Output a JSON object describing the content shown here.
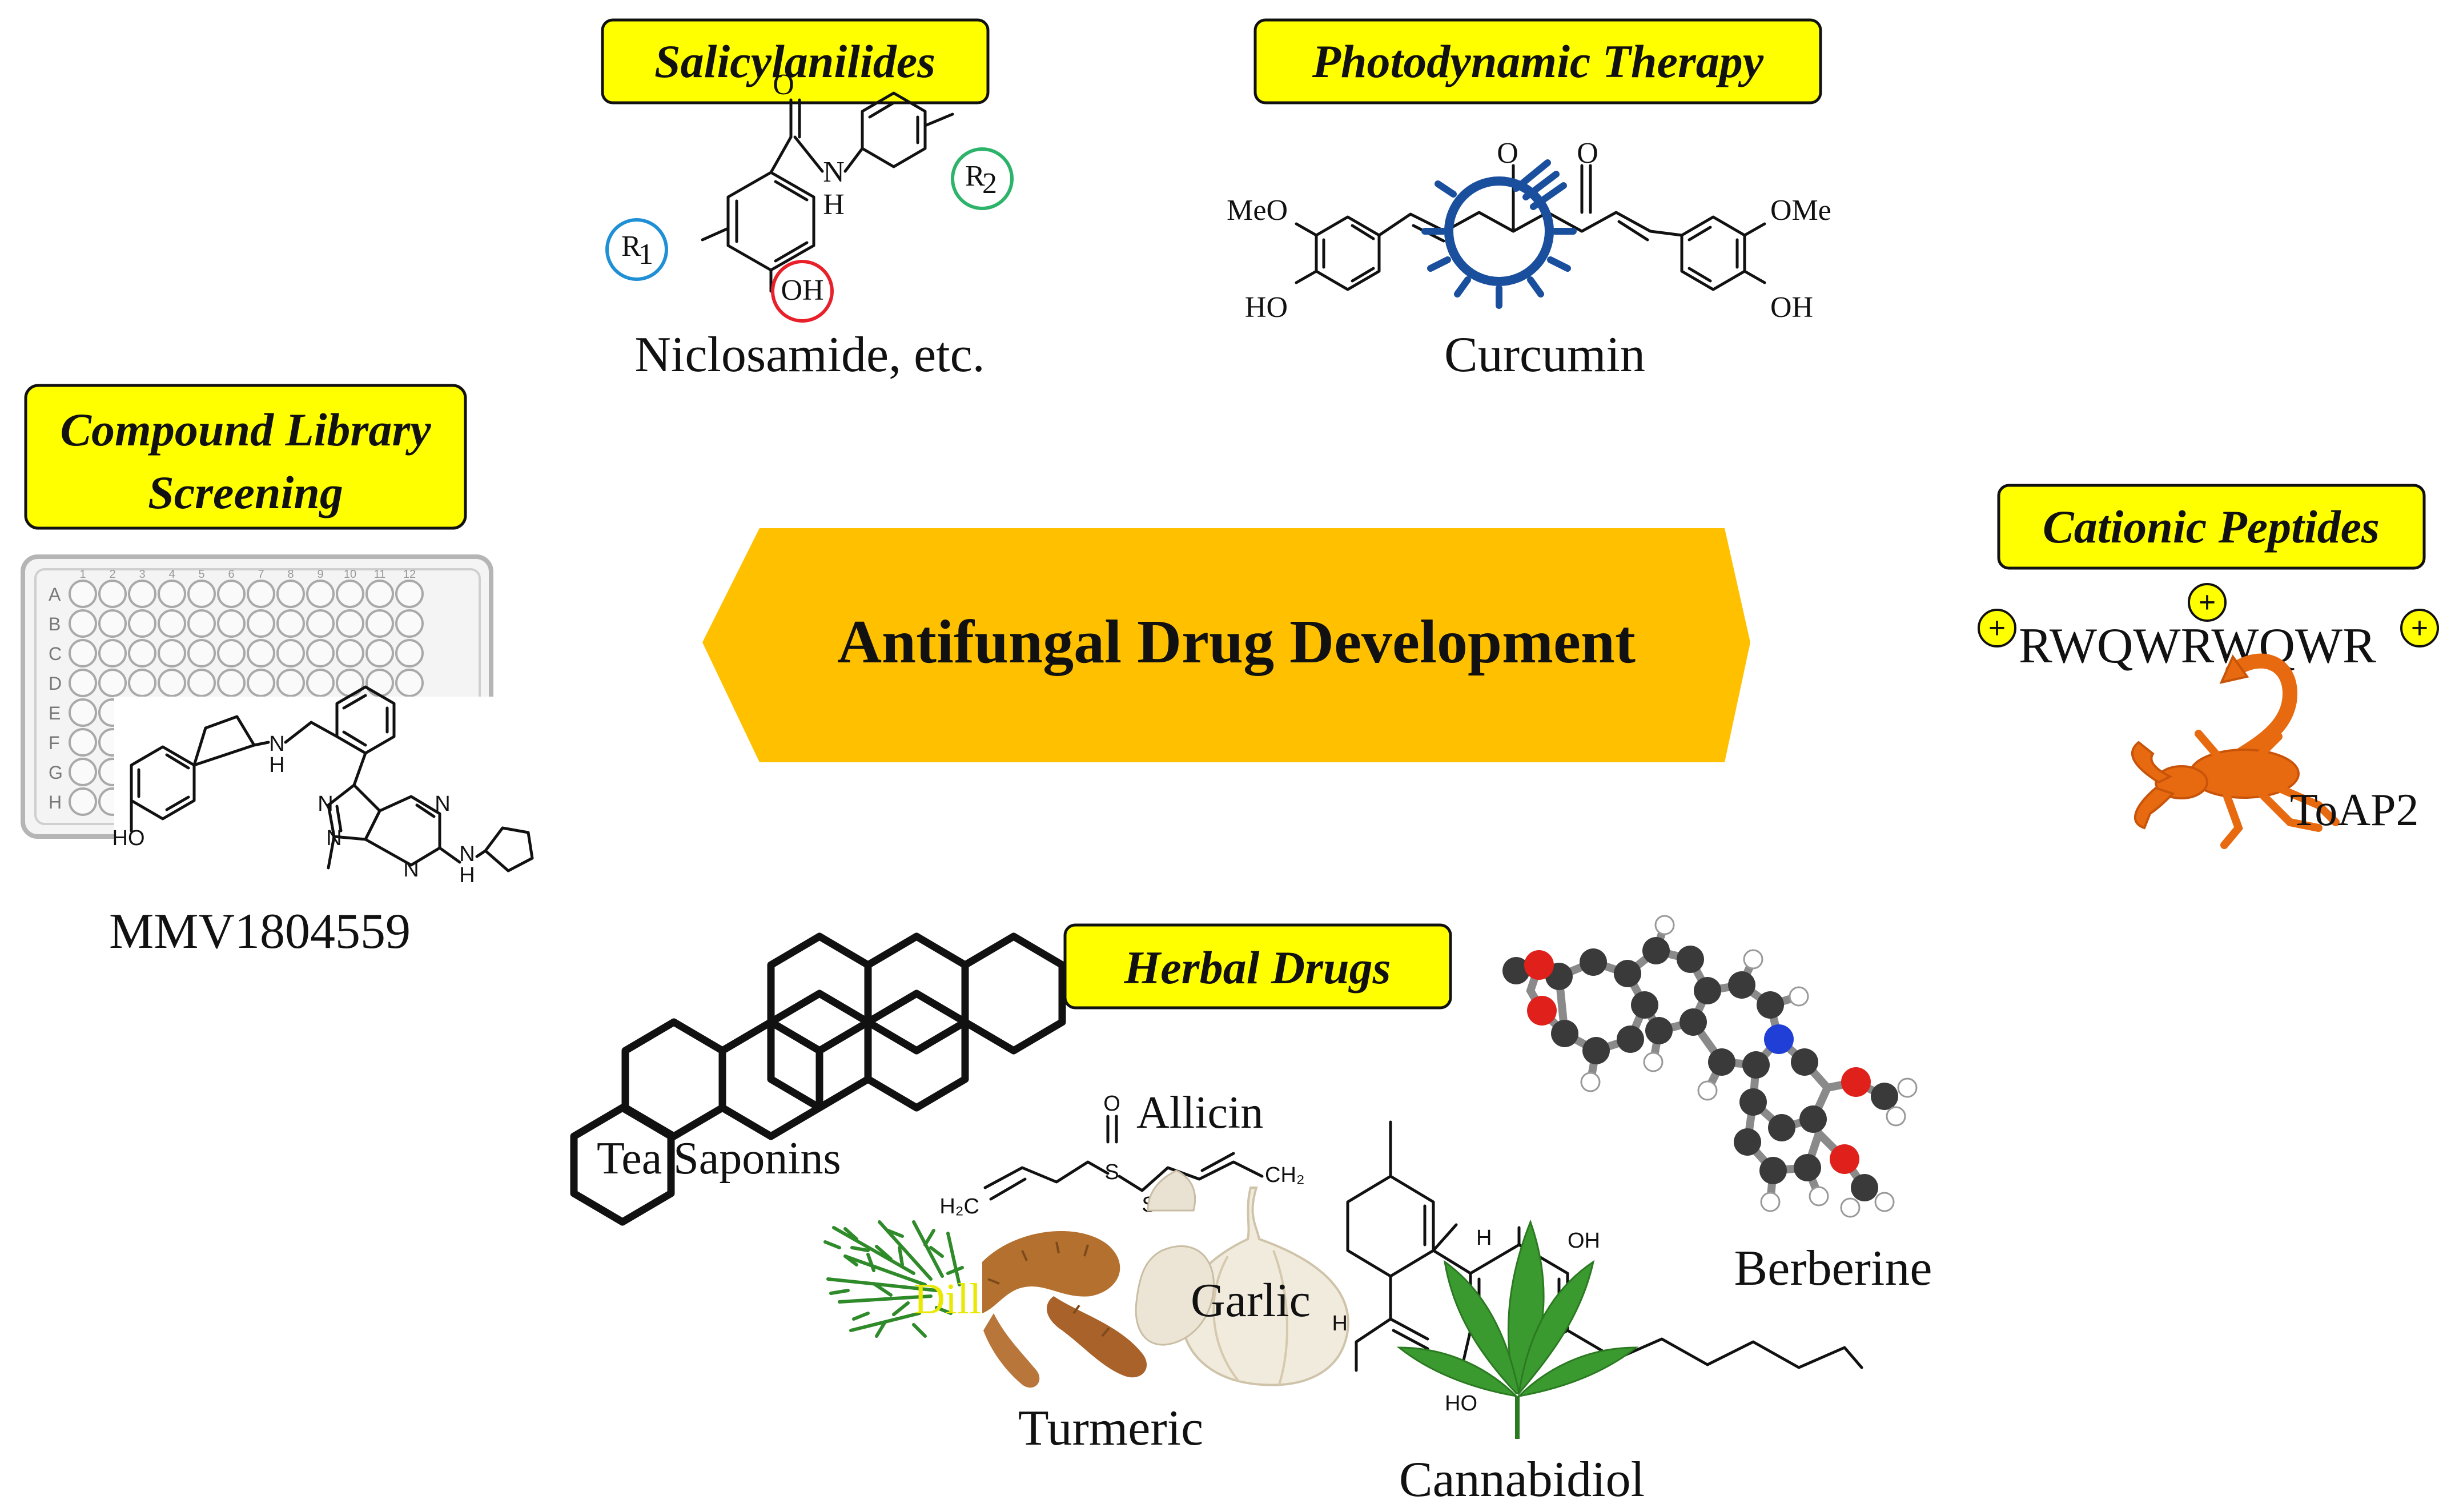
{
  "center": {
    "title": "Antifungal Drug Development",
    "color": "#ffc000"
  },
  "categories": {
    "salicylanilides": "Salicylanilides",
    "photodynamic": "Photodynamic Therapy",
    "library_line1": "Compound Library",
    "library_line2": "Screening",
    "peptides": "Cationic Peptides",
    "herbal": "Herbal Drugs",
    "box_color": "#ffff00"
  },
  "compounds": {
    "niclosamide": "Niclosamide, etc.",
    "curcumin": "Curcumin",
    "mmv": "MMV1804559",
    "toap2": "ToAP2",
    "peptide_sequence": "RWQWRWQWR",
    "tea_saponins": "Tea Saponins",
    "allicin": "Allicin",
    "dill": "Dill",
    "turmeric": "Turmeric",
    "garlic": "Garlic",
    "cannabidiol": "Cannabidiol",
    "berberine": "Berberine"
  },
  "atoms": {
    "O": "O",
    "N": "N",
    "H": "H",
    "S": "S",
    "OH": "OH",
    "HO": "HO",
    "MeO": "MeO",
    "OMe": "OMe",
    "R1": "R",
    "R1_sub": "1",
    "R2": "R",
    "R2_sub": "2",
    "H2C": "H₂C",
    "CH2": "CH₂",
    "plus": "+"
  },
  "plate": {
    "rows": [
      "A",
      "B",
      "C",
      "D",
      "E",
      "F",
      "G",
      "H"
    ],
    "columns": [
      "1",
      "2",
      "3",
      "4",
      "5",
      "6",
      "7",
      "8",
      "9",
      "10",
      "11",
      "12"
    ]
  },
  "icons": [
    "lightbulb-icon",
    "scorpion-icon",
    "well-plate-icon",
    "dill-icon",
    "turmeric-icon",
    "garlic-icon",
    "cannabis-leaf-icon",
    "ball-and-stick-model-icon"
  ]
}
